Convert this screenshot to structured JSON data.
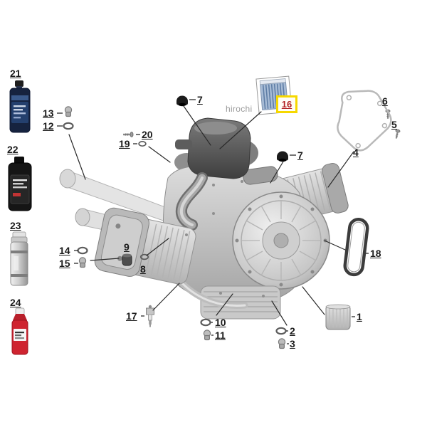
{
  "watermark": "hirochi",
  "colors": {
    "highlight_box_border": "#F6D800",
    "highlight_number_text": "#B22222",
    "air_filter_blue": "#A8BCD6",
    "additive_bottle_red": "#CF2430",
    "engine_oil_bottle_navy": "#16233F"
  },
  "labels": {
    "n1": "1",
    "n2": "2",
    "n3": "3",
    "n4": "4",
    "n5": "5",
    "n6": "6",
    "n7": "7",
    "n8": "8",
    "n9": "9",
    "n10": "10",
    "n11": "11",
    "n12": "12",
    "n13": "13",
    "n14": "14",
    "n15": "15",
    "n16": "16",
    "n17": "17",
    "n18": "18",
    "n19": "19",
    "n20": "20",
    "n21": "21",
    "n22": "22",
    "n23": "23",
    "n24": "24"
  }
}
